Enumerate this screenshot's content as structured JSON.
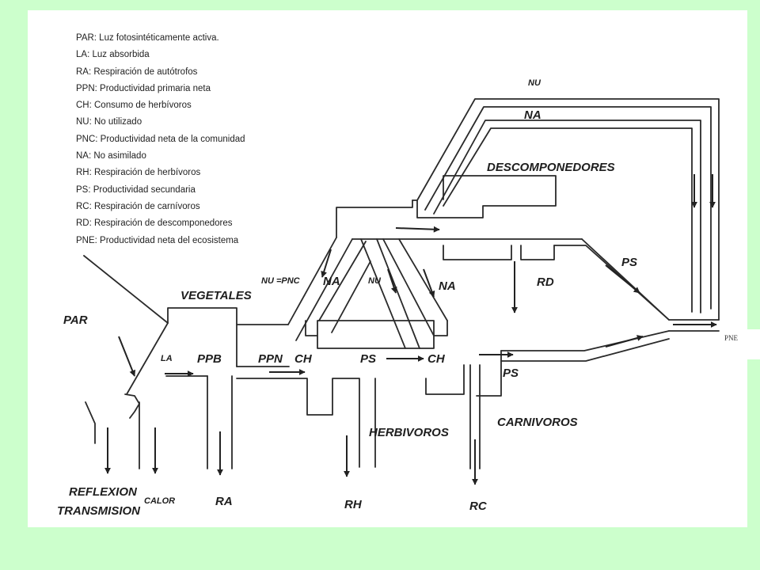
{
  "legend": [
    "PAR: Luz fotosintéticamente activa.",
    "LA: Luz absorbida",
    "RA: Respiración de autótrofos",
    "PPN: Productividad primaria neta",
    "CH: Consumo de herbívoros",
    "NU: No utilizado",
    "PNC: Productividad neta de la comunidad",
    "NA: No asimilado",
    "RH: Respiración de herbívoros",
    "PS: Productividad secundaria",
    "RC: Respiración de carnívoros",
    "RD: Respiración de descomponedores",
    "PNE: Productividad neta del ecosistema"
  ],
  "diagram": {
    "nu_top": "NU",
    "na_top": "NA",
    "descomponedores": "DESCOMPONEDORES",
    "ps_right": "PS",
    "rd": "RD",
    "nu_pnc": "NU =PNC",
    "na_left": "NA",
    "nu_mid": "NU",
    "na_mid": "NA",
    "vegetales": "VEGETALES",
    "par": "PAR",
    "la": "LA",
    "ppb": "PPB",
    "ppn": "PPN",
    "ch_1": "CH",
    "ps_mid": "PS",
    "ch_2": "CH",
    "ps_low": "PS",
    "carnivoros": "CARNIVOROS",
    "herbivoros": "HERBIVOROS",
    "reflexion": "REFLEXION",
    "transmision": "TRANSMISION",
    "calor": "CALOR",
    "ra": "RA",
    "rh": "RH",
    "rc": "RC"
  },
  "pne_tab": "PNE"
}
